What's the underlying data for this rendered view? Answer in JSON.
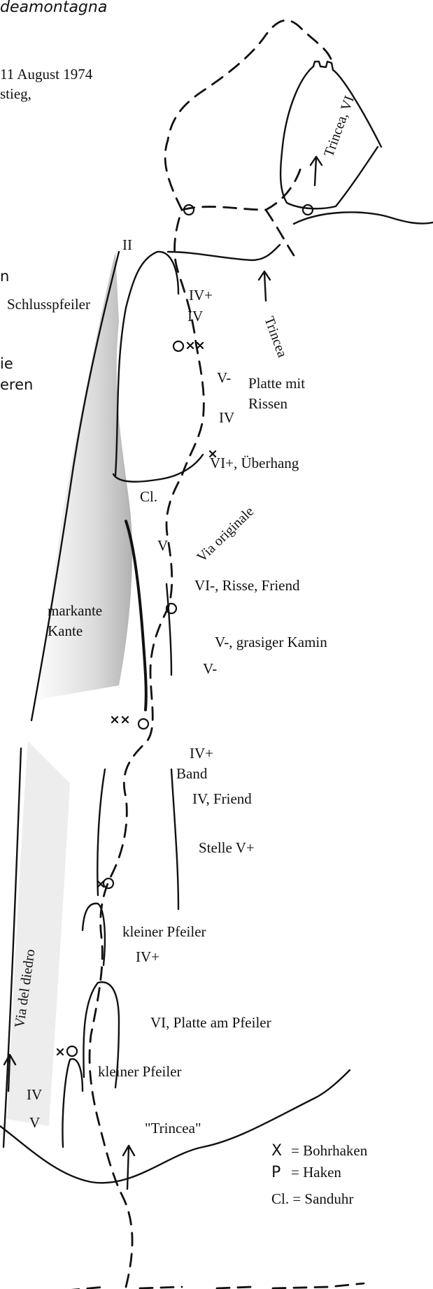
{
  "header": {
    "title_fragment": "deamontagna",
    "date_fragment": "11 August 1974",
    "line2_fragment": "stieg,",
    "side_fragments": [
      "n",
      "ie",
      "eren"
    ]
  },
  "grades": {
    "ii": "II",
    "iv_plus_1": "IV+",
    "iv_1": "IV",
    "v_minus_1": "V-",
    "iv_2": "IV",
    "v_1": "V",
    "v_minus_2": "V-",
    "iv_plus_2": "IV+",
    "iv_plus_3": "IV+",
    "iv_3": "IV",
    "v_2": "V"
  },
  "annotations": {
    "schlusspfeiler": "Schlusspfeiler",
    "platte_mit": "Platte mit",
    "rissen": "Rissen",
    "vi_plus_ueberhang": "VI+, Überhang",
    "cl": "Cl.",
    "via_originale": "Via originale",
    "trincea_vi": "Trincea, VI",
    "trincea": "Trincea",
    "vi_minus_risse": "VI-, Risse, Friend",
    "markante": "markante",
    "kante": "Kante",
    "v_minus_kamin": "V-, grasiger Kamin",
    "band": "Band",
    "iv_friend": "IV, Friend",
    "stelle_v_plus": "Stelle V+",
    "kleiner_pfeiler_1": "kleiner Pfeiler",
    "via_del_diedro": "Via del diedro",
    "vi_platte": "VI, Platte am Pfeiler",
    "kleiner_pfeiler_2": "kleiner Pfeiler",
    "trincea_quoted": "\"Trincea\""
  },
  "legend": {
    "bolt_symbol": "X",
    "bolt_label": "= Bohrhaken",
    "piton_symbol": "P",
    "piton_label": "= Haken",
    "thread_label": "Cl. = Sanduhr"
  }
}
